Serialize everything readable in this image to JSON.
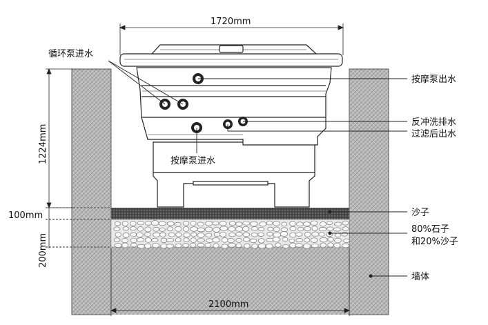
{
  "dimensions": {
    "top_width": "1720mm",
    "bottom_width": "2100mm",
    "height": "1224mm",
    "layer1": "100mm",
    "layer2": "200mm"
  },
  "callouts": {
    "circ_inlet": "循环泵进水",
    "massage_outlet": "按摩泵出水",
    "massage_inlet": "按摩泵进水",
    "backwash": "反冲洗排水",
    "filter_outlet": "过滤后出水",
    "sand": "沙子",
    "gravel_line1": "80%石子",
    "gravel_line2": "和20%沙子",
    "wall": "墙体"
  }
}
